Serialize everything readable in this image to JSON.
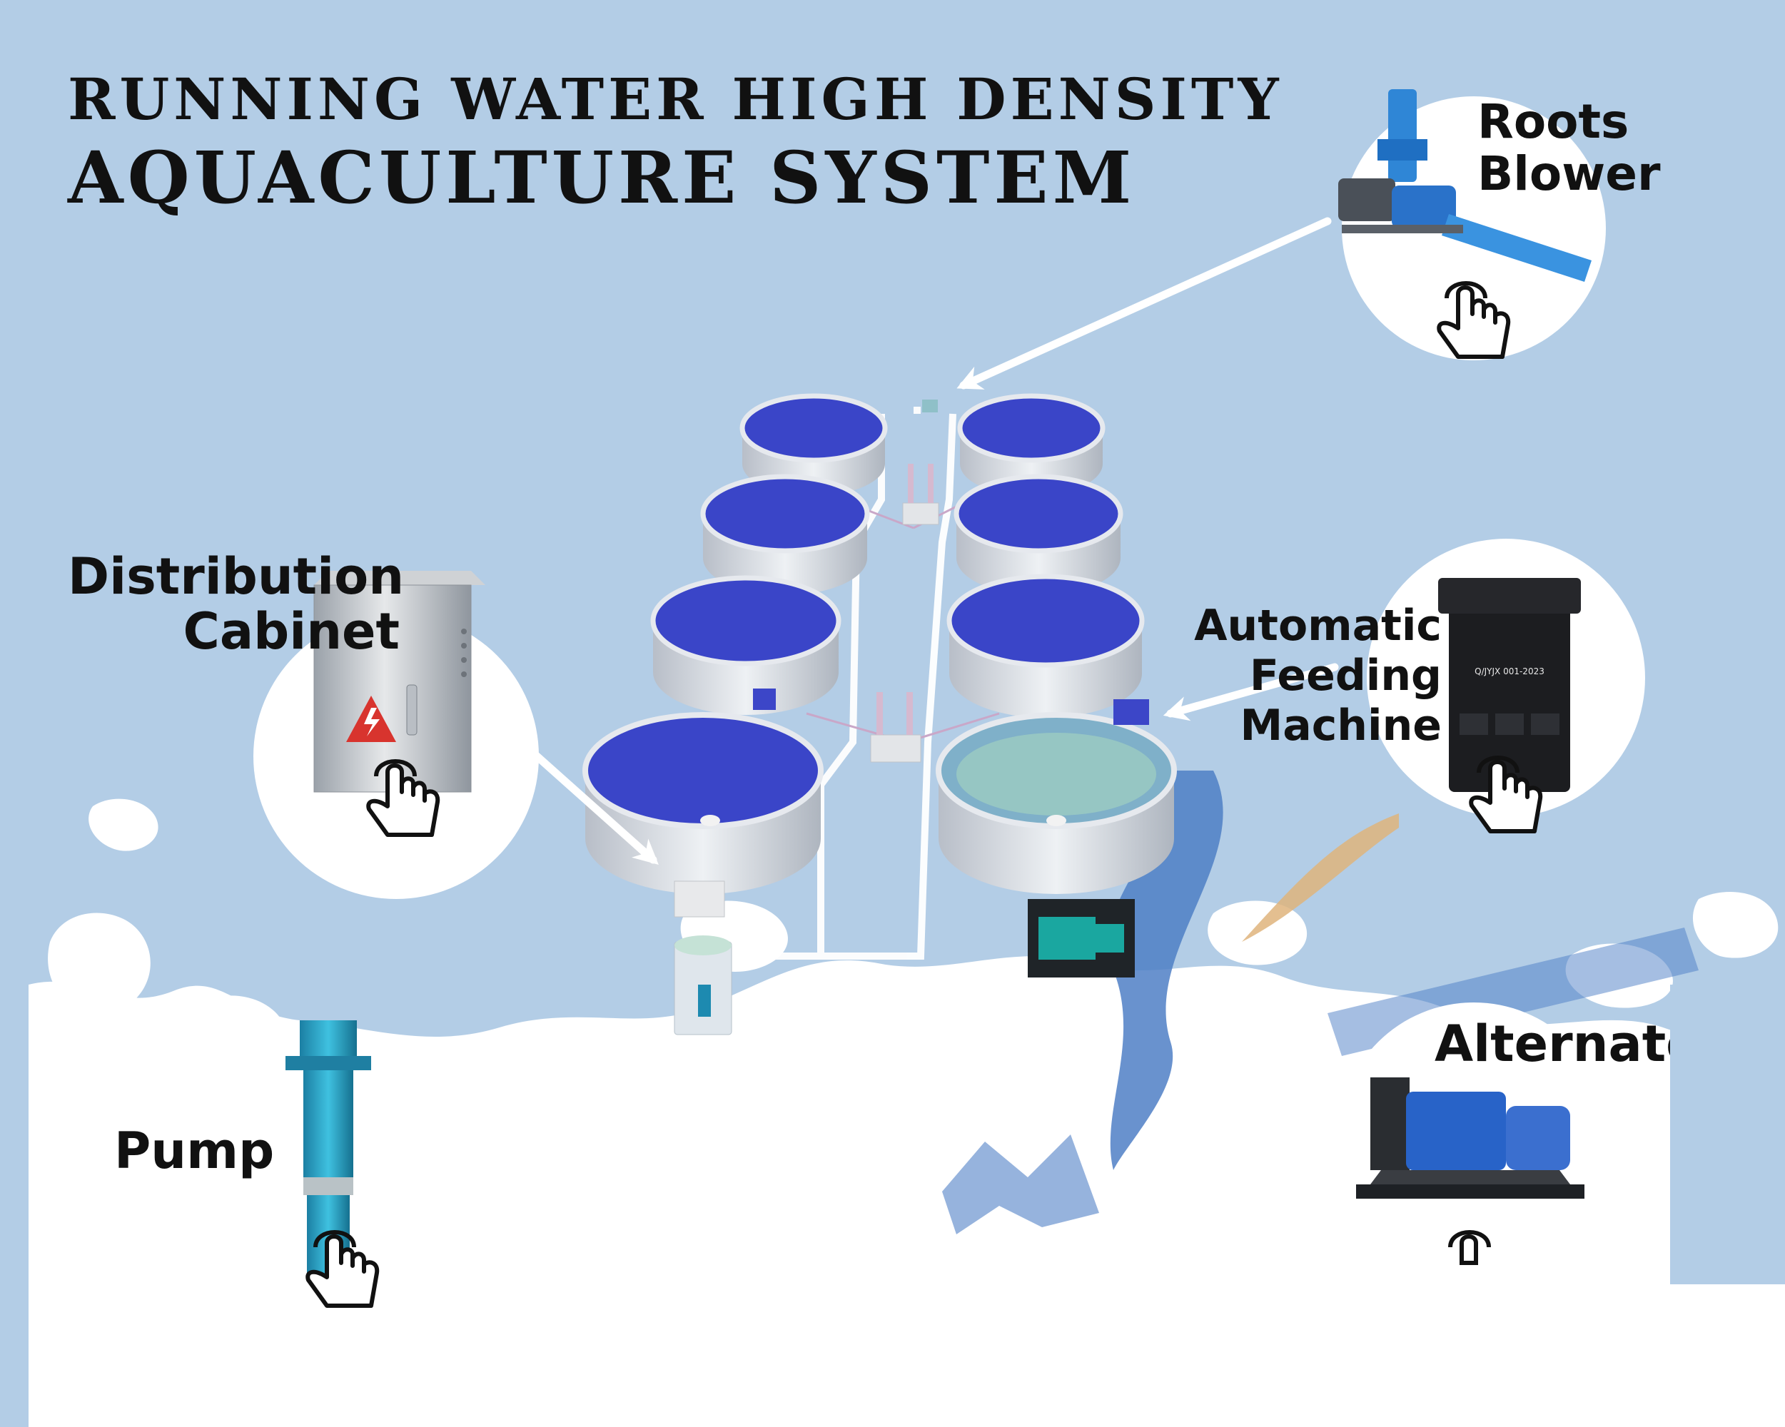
{
  "title": {
    "line1": "RUNNING WATER HIGH DENSITY",
    "line2": "AQUACULTURE SYSTEM"
  },
  "callouts": {
    "roots_blower": {
      "line1": "Roots",
      "line2": "Blower",
      "icon": "roots-blower"
    },
    "distribution_cabinet": {
      "line1": "Distribution",
      "line2": "Cabinet",
      "icon": "distribution-cabinet"
    },
    "automatic_feeding_machine": {
      "line1": "Automatic",
      "line2": "Feeding",
      "line3": "Machine",
      "icon": "feeding-machine"
    },
    "pump": {
      "line1": "Pump",
      "icon": "submersible-pump"
    },
    "alternator": {
      "line1": "Alternato",
      "icon": "generator-set"
    }
  },
  "feeder_label": "Q/JYJX 001-2023",
  "colors": {
    "background": "#b3cde6",
    "tank_water": "#3a45c8",
    "tank_wall": "#d9dee5",
    "equipment_blue": "#2c7fc4",
    "watermark": "#4f7fc6",
    "watermark_accent": "#e0b47c"
  }
}
